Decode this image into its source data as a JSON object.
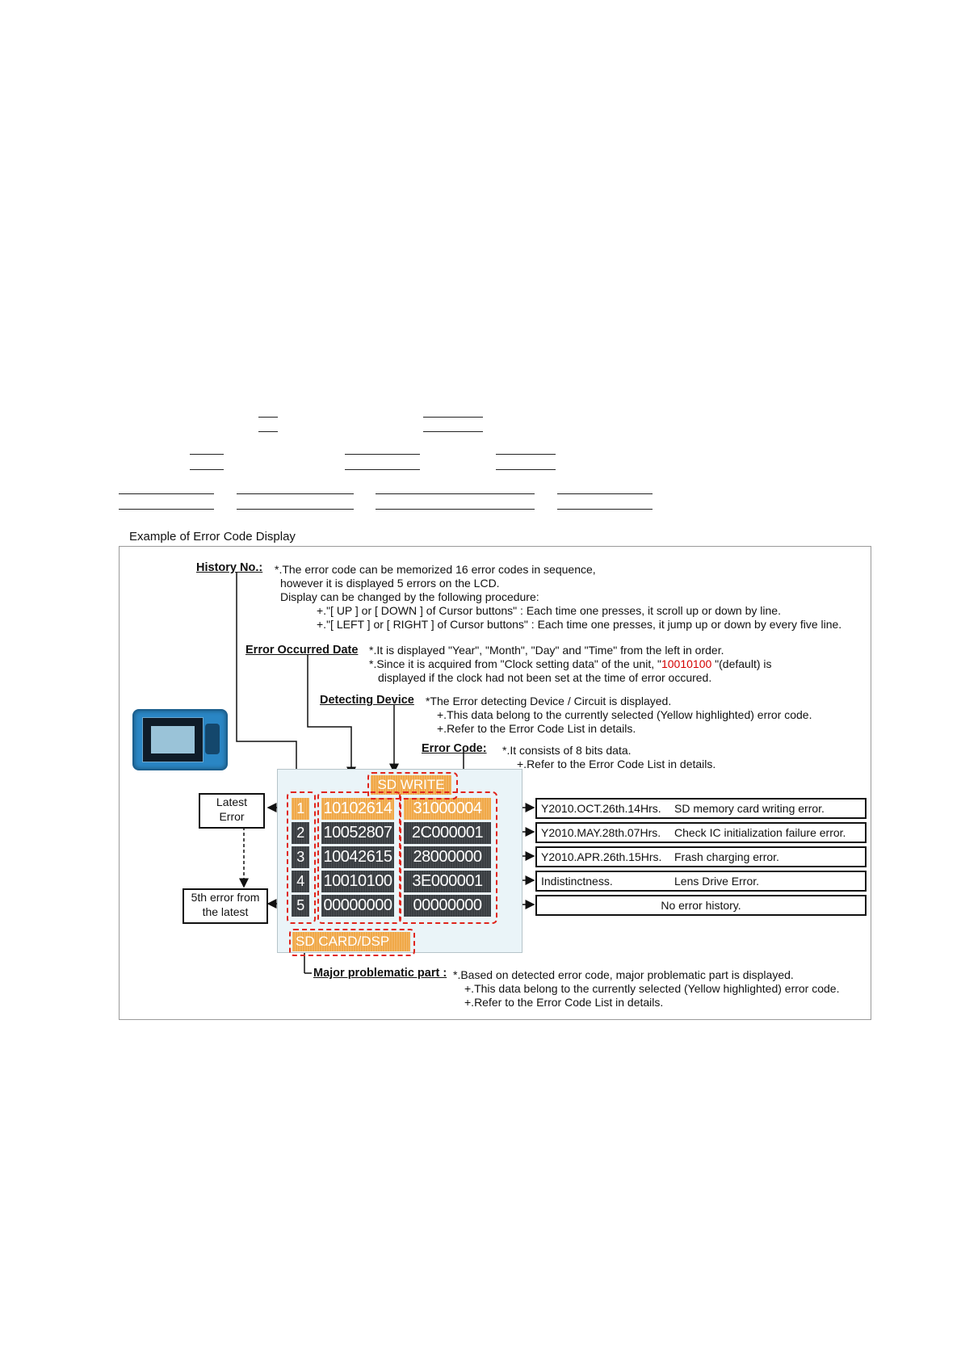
{
  "caption": "Example of Error Code Display",
  "history": {
    "label": "History No.:",
    "line1": "*.The error code can be memorized 16 error codes in sequence,",
    "line2": "however it is displayed 5 errors on the LCD.",
    "line3": "Display can be changed by the following procedure:",
    "line4": "+.\"[ UP ] or [ DOWN ] of Cursor buttons\" : Each time one presses, it scroll up or down by line.",
    "line5": "+.\"[ LEFT ] or [ RIGHT ] of Cursor buttons\" : Each time one presses, it  jump up or down by every five line."
  },
  "date": {
    "label": "Error Occurred Date",
    "line1": "*.It is displayed \"Year\", \"Month\", \"Day\" and \"Time\" from the left in order.",
    "line2a": "*.Since it is acquired from \"Clock setting data\" of the unit, \"",
    "line2red": "10010100",
    "line2b": " \"(default) is",
    "line3": "displayed if the clock had not been set at the time of error occured."
  },
  "device": {
    "label": "Detecting Device",
    "line1": "*The Error detecting Device / Circuit is displayed.",
    "line2": "+.This data belong to the currently selected (Yellow highlighted) error code.",
    "line3": "+.Refer to the Error Code List in details."
  },
  "code": {
    "label": "Error Code:",
    "line1": "*.It consists of 8 bits data.",
    "line2": "+.Refer to the Error Code List in details."
  },
  "major": {
    "label": "Major problematic part :",
    "line1": "*.Based on detected error code, major problematic part is displayed.",
    "line2": "+.This data belong to the currently selected (Yellow highlighted) error code.",
    "line3": "+.Refer to the Error Code List in details."
  },
  "lcd": {
    "top_tag": "SD WRITE",
    "bottom_tag": "SD CARD/DSP",
    "rows": [
      {
        "no": "1",
        "date": "10102614",
        "code": "31000004",
        "selected": true
      },
      {
        "no": "2",
        "date": "10052807",
        "code": "2C000001",
        "selected": false
      },
      {
        "no": "3",
        "date": "10042615",
        "code": "28000000",
        "selected": false
      },
      {
        "no": "4",
        "date": "10010100",
        "code": "3E000001",
        "selected": false
      },
      {
        "no": "5",
        "date": "00000000",
        "code": "00000000",
        "selected": false
      }
    ]
  },
  "latest_box": {
    "line1": "Latest",
    "line2": "Error"
  },
  "fifth_box": {
    "line1": "5th error from",
    "line2": "the latest"
  },
  "outputs": {
    "row1": {
      "date": "Y2010.OCT.26th.14Hrs.",
      "desc": "SD memory card writing error."
    },
    "row2": {
      "date": "Y2010.MAY.28th.07Hrs.",
      "desc": "Check IC initialization failure error."
    },
    "row3": {
      "date": "Y2010.APR.26th.15Hrs.",
      "desc": "Frash charging error."
    },
    "row4": {
      "date": "Indistinctness.",
      "desc": "Lens Drive Error."
    },
    "row5": {
      "date": "",
      "desc": "No error history."
    }
  },
  "colors": {
    "highlight": "#f0a848",
    "lcd_cell": "#3a3e42",
    "dash_red": "#e0241b",
    "default_red": "#d40000"
  }
}
